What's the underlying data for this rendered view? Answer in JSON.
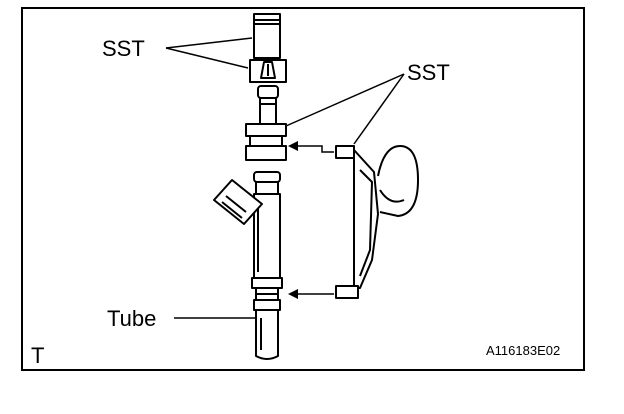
{
  "labels": {
    "sst_upper": "SST",
    "sst_right": "SST",
    "tube": "Tube",
    "corner_mark": "T",
    "figure_code": "A116183E02"
  },
  "colors": {
    "ink": "#000000",
    "paper": "#ffffff"
  }
}
